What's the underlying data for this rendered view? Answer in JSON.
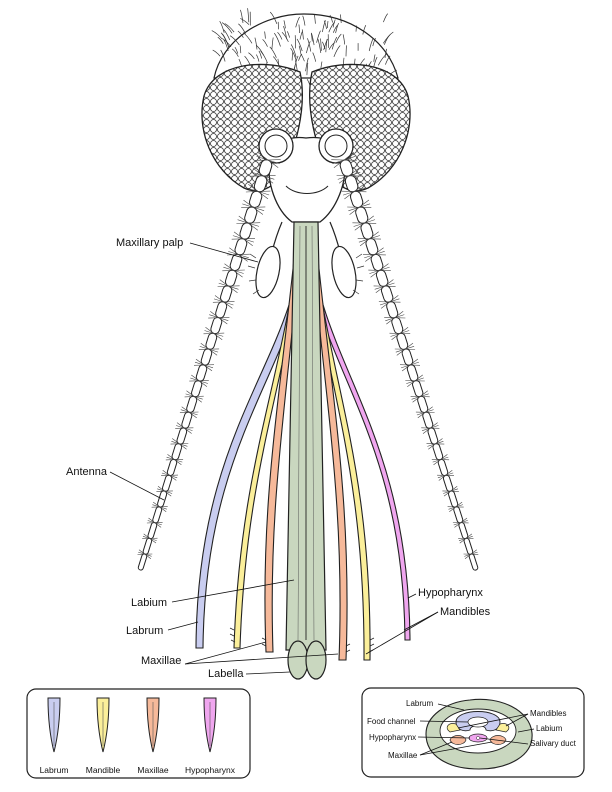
{
  "labels": {
    "maxillary_palp": "Maxillary palp",
    "antenna": "Antenna",
    "labium": "Labium",
    "labrum": "Labrum",
    "maxillae": "Maxillae",
    "labella": "Labella",
    "hypopharynx": "Hypopharynx",
    "mandibles": "Mandibles"
  },
  "legend": [
    {
      "label": "Labrum",
      "color": "#c9cdf0"
    },
    {
      "label": "Mandible",
      "color": "#fbef9a"
    },
    {
      "label": "Maxillae",
      "color": "#f6b99a"
    },
    {
      "label": "Hypopharynx",
      "color": "#f0a6ef"
    }
  ],
  "cross_section": {
    "labrum": "Labrum",
    "mandibles": "Mandibles",
    "food_channel": "Food channel",
    "labium": "Labium",
    "hypopharynx": "Hypopharynx",
    "salivary_duct": "Salivary duct",
    "maxillae": "Maxillae"
  },
  "colors": {
    "labium": "#c9d7bf",
    "labrum": "#c9cdf0",
    "mandible": "#fbef9a",
    "maxilla": "#f6b99a",
    "hypopharynx": "#f0a6ef"
  }
}
